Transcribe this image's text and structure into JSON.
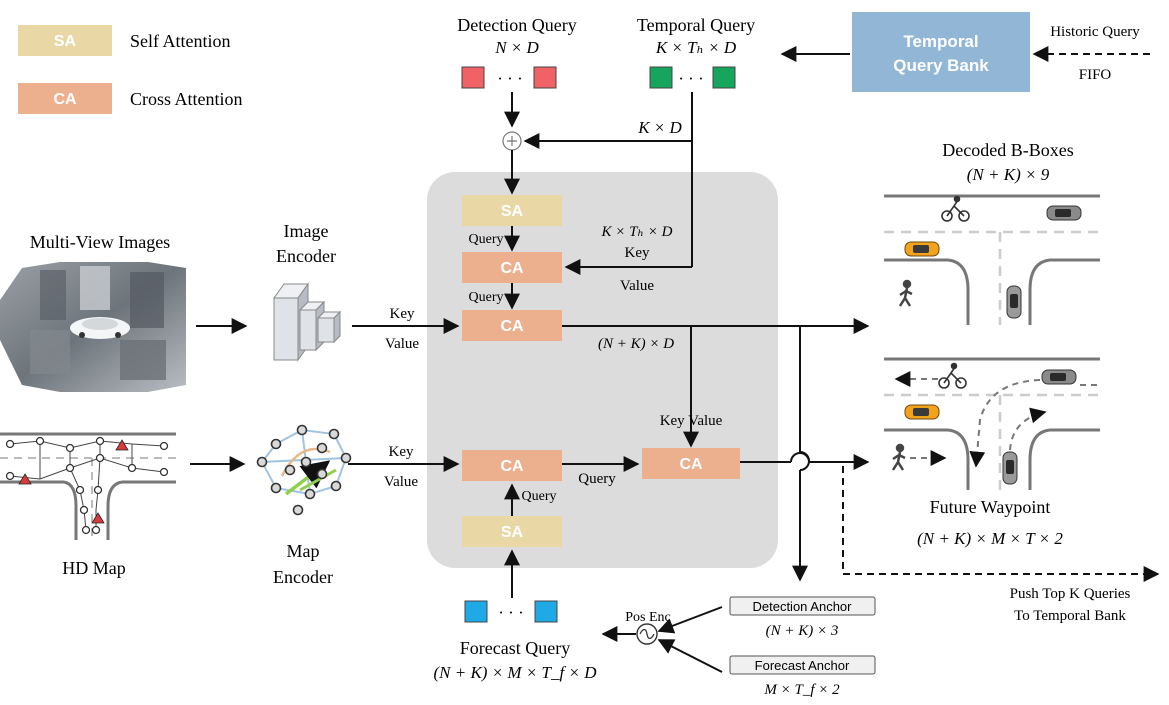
{
  "legend": {
    "sa": {
      "tag": "SA",
      "label": "Self Attention",
      "color": "#E9D7A6"
    },
    "ca": {
      "tag": "CA",
      "label": "Cross Attention",
      "color": "#EDB08E"
    }
  },
  "inputs": {
    "multi_view": "Multi-View Images",
    "hd_map": "HD Map"
  },
  "encoders": {
    "image": [
      "Image",
      "Encoder"
    ],
    "map": [
      "Map",
      "Encoder"
    ]
  },
  "queries": {
    "detection": {
      "title": "Detection Query",
      "dim": "N × D",
      "color": "#F06266"
    },
    "temporal": {
      "title": "Temporal Query",
      "dim": "K × Tₕ × D",
      "color": "#16A55C"
    },
    "forecast": {
      "title": "Forecast Query",
      "dim": "(N + K) × M × T_f × D",
      "color": "#1FAAE6"
    },
    "ellipsis": "· · ·"
  },
  "query_bank": {
    "title": [
      "Temporal",
      "Query Bank"
    ],
    "historic": "Historic Query",
    "fifo": "FIFO",
    "color": "#92B7D6"
  },
  "labels": {
    "kd": "K × D",
    "key_temporal": "K × Tₕ × D",
    "key": "Key",
    "value": "Value",
    "query": "Query",
    "key_value": "Key  Value",
    "nk_d": "(N + K) × D",
    "pos_enc": "Pos Enc",
    "push": [
      "Push Top K Queries",
      "To Temporal Bank"
    ]
  },
  "anchors": {
    "detection": {
      "title": "Detection Anchor",
      "dim": "(N + K) × 3"
    },
    "forecast": {
      "title": "Forecast Anchor",
      "dim": "M × T_f × 2"
    }
  },
  "outputs": {
    "bboxes": {
      "title": "Decoded B-Boxes",
      "dim": "(N + K) × 9"
    },
    "waypoint": {
      "title": "Future Waypoint",
      "dim": "(N + K) × M × T × 2"
    }
  }
}
